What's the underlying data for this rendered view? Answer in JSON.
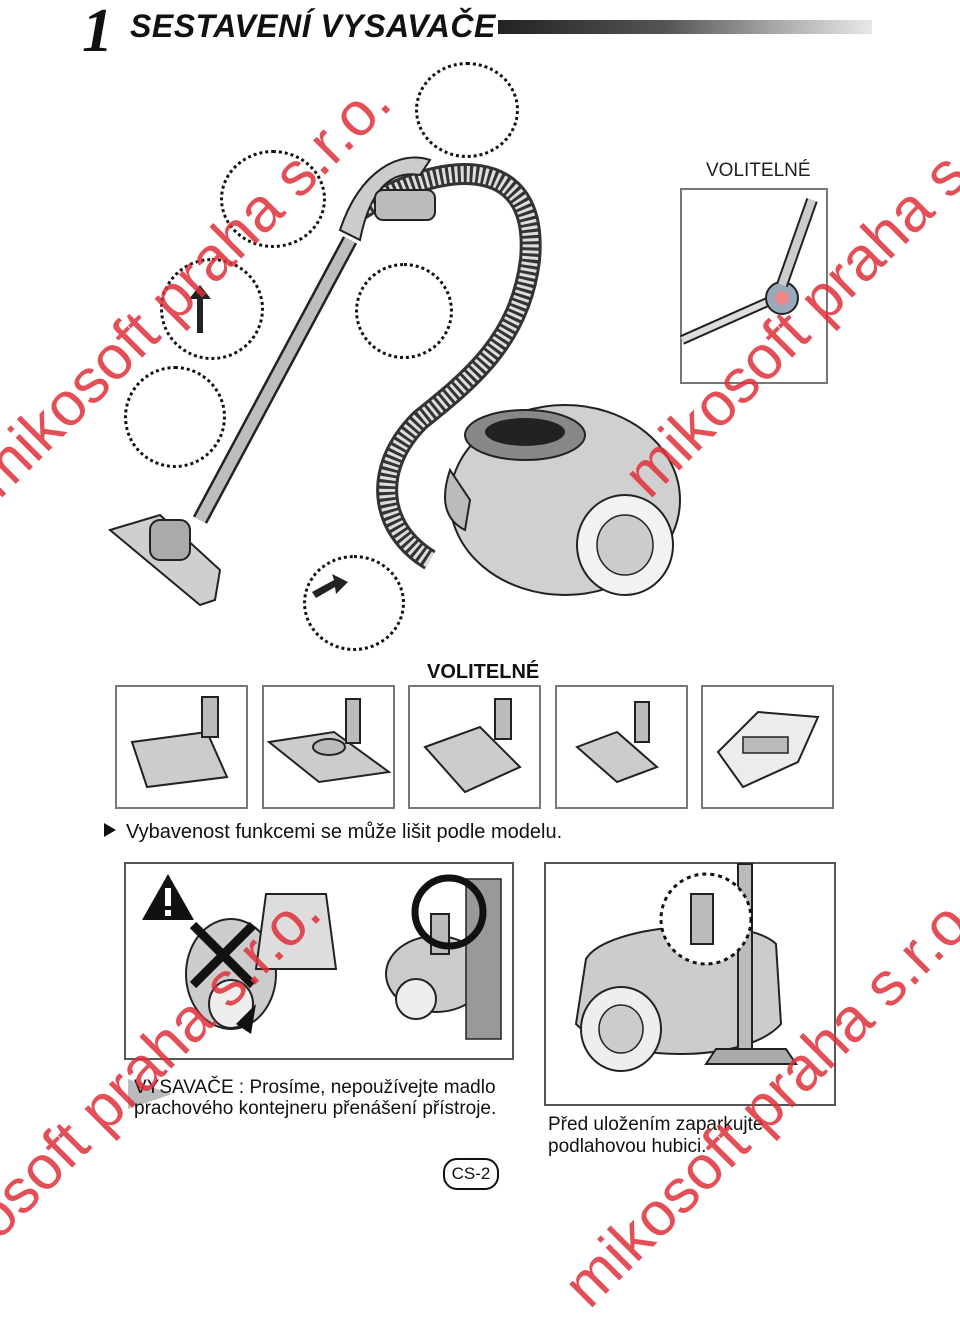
{
  "header": {
    "chapter_number": "1",
    "title": "SESTAVENÍ VYSAVAČE"
  },
  "labels": {
    "optional_top": "VOLITELNÉ",
    "optional_middle": "VOLITELNÉ"
  },
  "note": {
    "text": "Vybavenost funkcemi se může lišit podle modelu."
  },
  "warning": {
    "text": "VYSAVAČE : Prosíme, nepoužívejte madlo prachového kontejneru přenášení přístroje."
  },
  "parking": {
    "text": "Před uložením zaparkujte podlahovou hubici."
  },
  "footer": {
    "page_number": "CS-2"
  },
  "watermark": {
    "text": "mikosoft praha s.r.o.",
    "color": "#e0303a"
  },
  "icons": [
    "warning-triangle-icon",
    "prohibited-x-icon",
    "correct-circle-icon",
    "arrow-icon"
  ]
}
